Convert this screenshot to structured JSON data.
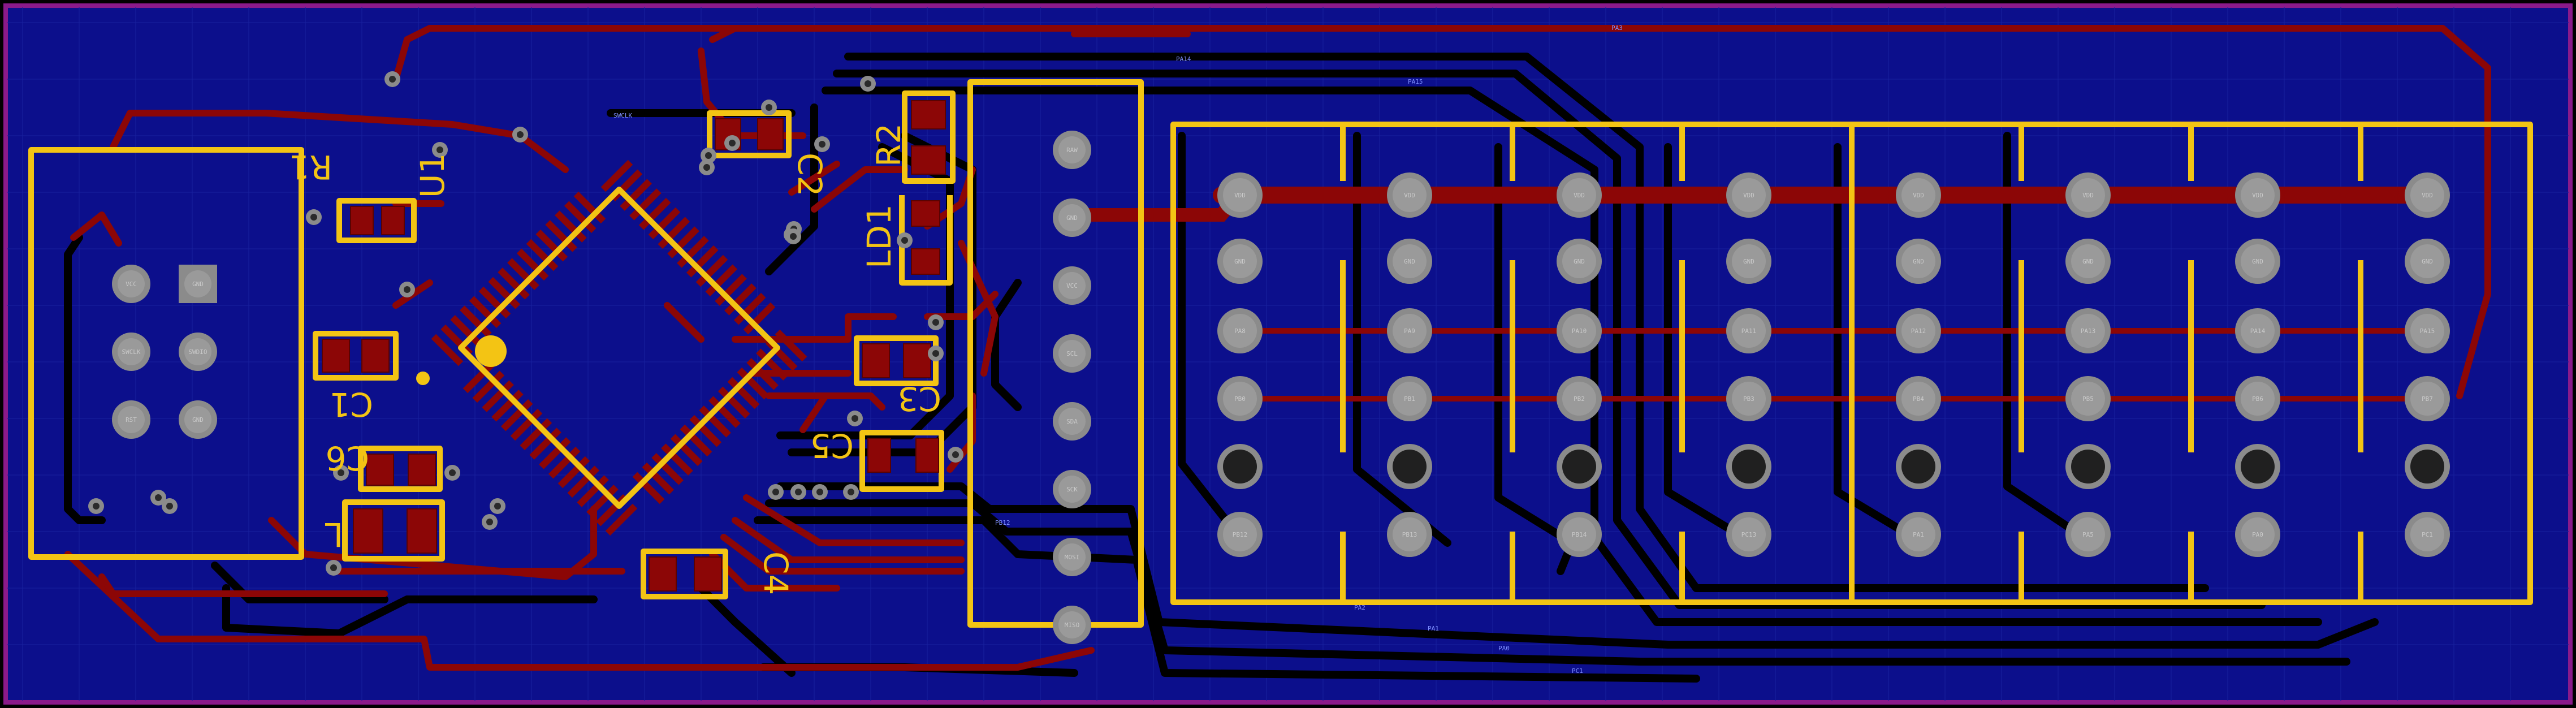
{
  "colors": {
    "background": "#000000",
    "board_fill": "#0c0f8c",
    "board_edge": "#8a1a8a",
    "copper_top": "#8c0606",
    "copper_bottom": "#000000",
    "silkscreen": "#f3c414",
    "pad_ring": "#8b8b8b"
  },
  "silkscreen_labels": {
    "r1": "R1",
    "u1": "U1",
    "c1": "C1",
    "c2": "C2",
    "r2": "R2",
    "ld1": "LD1",
    "c3": "C3",
    "c5": "C5",
    "c6": "C6",
    "c4": "C4",
    "l1": "L"
  },
  "header_pins": [
    "RAW",
    "GND",
    "VCC",
    "SCL",
    "SDA",
    "SCK",
    "MOSI",
    "MISO"
  ],
  "isp_pins": [
    "VCC",
    "GND",
    "SWCLK",
    "SWDIO",
    "RST",
    "GND"
  ],
  "matrix": {
    "columns": 8,
    "rows": [
      "VDD",
      "GND",
      "PA",
      "PB",
      "",
      "PC"
    ],
    "row3_labels": [
      "PA8",
      "PA9",
      "PA10",
      "PA11",
      "PA12",
      "PA13",
      "PA14",
      "PA15"
    ],
    "row4_labels": [
      "PB0",
      "PB1",
      "PB2",
      "PB3",
      "PB4",
      "PB5",
      "PB6",
      "PB7"
    ],
    "row6_labels": [
      "PB12",
      "PB13",
      "PB14",
      "PC13",
      "PA1",
      "PA5",
      "PA0",
      "PC1"
    ]
  },
  "net_labels": [
    "PA3",
    "PA14",
    "PA15",
    "SWCLK",
    "PB12",
    "PA2",
    "PA1",
    "PA0",
    "PC1"
  ]
}
